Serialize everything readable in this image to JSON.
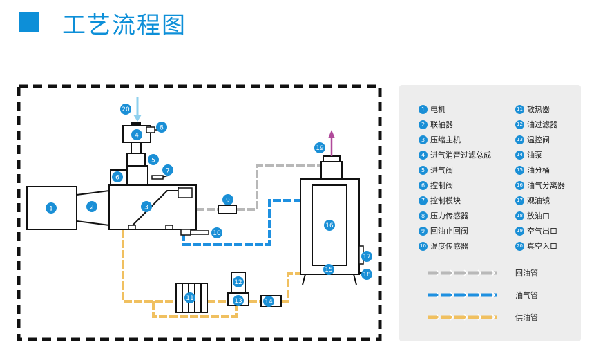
{
  "title": "工艺流程图",
  "colors": {
    "accent": "#0d8fd8",
    "badge": "#1a8fd6",
    "return_pipe": "#b8b8b8",
    "gas_pipe": "#1e90e0",
    "supply_pipe": "#f0c060",
    "panel": "#ededed"
  },
  "components": [
    {
      "num": "1",
      "name": "电机"
    },
    {
      "num": "2",
      "name": "联轴器"
    },
    {
      "num": "3",
      "name": "压缩主机"
    },
    {
      "num": "4",
      "name": "进气消音过滤总成"
    },
    {
      "num": "5",
      "name": "进气阀"
    },
    {
      "num": "6",
      "name": "控制阀"
    },
    {
      "num": "7",
      "name": "控制模块"
    },
    {
      "num": "8",
      "name": "压力传感器"
    },
    {
      "num": "9",
      "name": "回油止回阀"
    },
    {
      "num": "10",
      "name": "温度传感器"
    },
    {
      "num": "11",
      "name": "散热器"
    },
    {
      "num": "12",
      "name": "油过滤器"
    },
    {
      "num": "13",
      "name": "温控阀"
    },
    {
      "num": "14",
      "name": "油泵"
    },
    {
      "num": "15",
      "name": "油分桶"
    },
    {
      "num": "16",
      "name": "油气分离器"
    },
    {
      "num": "17",
      "name": "观油镜"
    },
    {
      "num": "18",
      "name": "放油口"
    },
    {
      "num": "19",
      "name": "空气出口"
    },
    {
      "num": "20",
      "name": "真空入口"
    }
  ],
  "pipes": [
    {
      "name": "回油管",
      "color": "#b8b8b8"
    },
    {
      "name": "油气管",
      "color": "#1e90e0"
    },
    {
      "name": "供油管",
      "color": "#f0c060"
    }
  ]
}
